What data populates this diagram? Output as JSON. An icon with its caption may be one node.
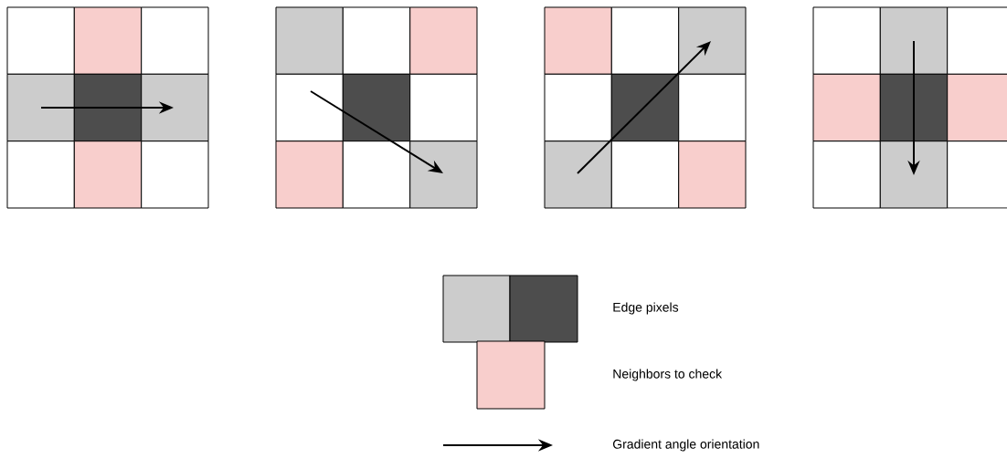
{
  "diagram": {
    "legend": [
      {
        "text": "Edge pixels"
      },
      {
        "text": "Neighbors to check",
        "color": "#f8cecc"
      },
      {
        "text": "Gradient angle orientation"
      }
    ]
  }
}
